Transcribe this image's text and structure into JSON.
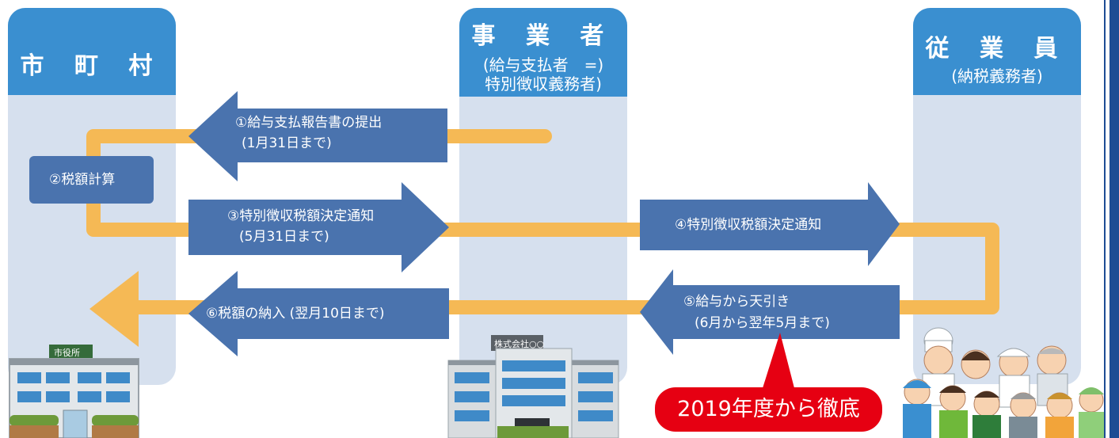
{
  "columns": {
    "municipality": {
      "title": "市 町 村"
    },
    "employer": {
      "title": "事 業 者",
      "sub1": "(給与支払者　=)",
      "sub2": "特別徴収義務者)"
    },
    "employee": {
      "title": "従 業 員",
      "sub1": "(納税義務者)"
    }
  },
  "steps": {
    "s1_line1": "①給与支払報告書の提出",
    "s1_line2": "(1月31日まで)",
    "s2": "②税額計算",
    "s3_line1": "③特別徴収税額決定通知",
    "s3_line2": "(5月31日まで)",
    "s4": "④特別徴収税額決定通知",
    "s5_line1": "⑤給与から天引き",
    "s5_line2": "(6月から翌年5月まで)",
    "s6": "⑥税額の納入 (翌月10日まで)"
  },
  "badge": {
    "text": "2019年度から徹底"
  },
  "buildings": {
    "city_hall_sign": "市役所",
    "company_sign": "株式会社○○"
  },
  "colors": {
    "column_bg": "#d6e0ee",
    "column_head": "#3a8fd0",
    "arrow_blue": "#4a73ae",
    "flow_orange": "#f5b955",
    "badge_red": "#e60012"
  }
}
